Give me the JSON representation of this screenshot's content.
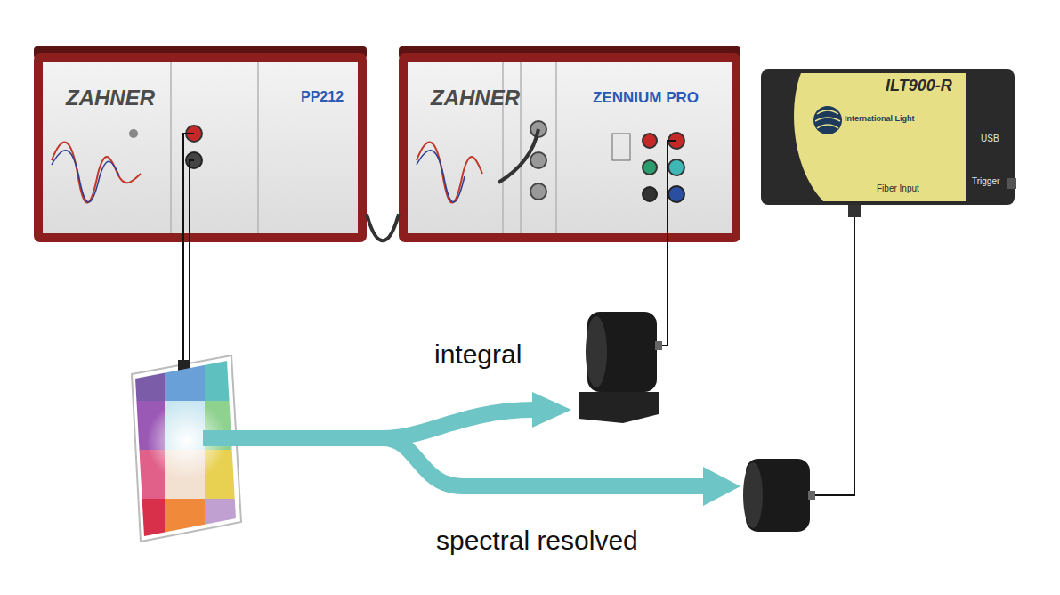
{
  "diagram": {
    "nodes": [
      {
        "text": [
          "ZAHNER",
          "PP212"
        ]
      },
      {
        "text": [
          "ZAHNER",
          "ZENNIUM PRO"
        ]
      },
      {
        "text": [
          "ILT900-R",
          "International Light",
          "USB",
          "Fiber Input",
          "Trigger"
        ]
      }
    ],
    "edges": [
      {
        "from": 0,
        "to": 1,
        "arrow": "none"
      }
    ],
    "labels": [
      "integral",
      "spectral resolved"
    ]
  }
}
